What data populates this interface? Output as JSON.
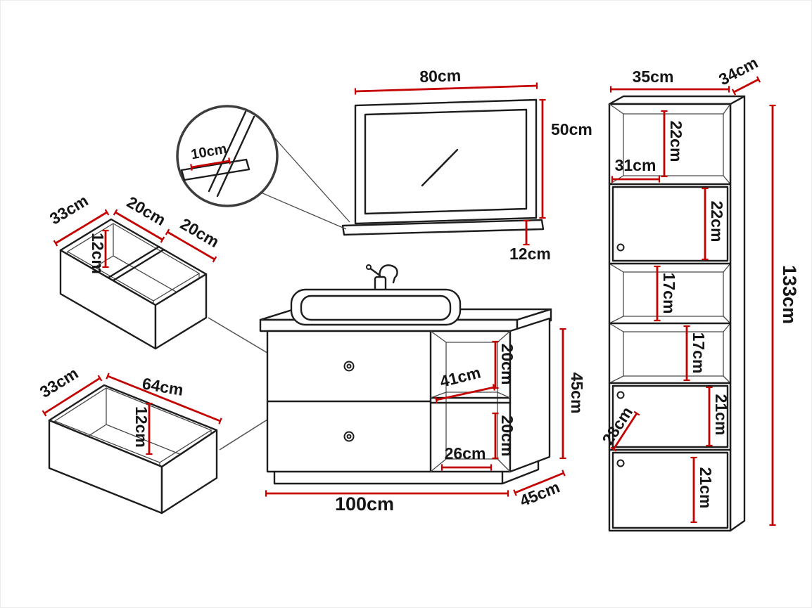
{
  "colors": {
    "dimension": "#c40000",
    "outline": "#1d1d1d",
    "background": "#ffffff"
  },
  "mirror": {
    "width": "80cm",
    "height": "50cm",
    "shelf_height": "12cm",
    "detail_shelf_depth": "10cm"
  },
  "upper_drawer": {
    "depth": "33cm",
    "rear_section_width": "20cm",
    "front_section_width": "20cm",
    "height": "12cm"
  },
  "lower_drawer": {
    "depth": "33cm",
    "width": "64cm",
    "height": "12cm"
  },
  "vanity": {
    "width": "100cm",
    "height": "45cm",
    "depth": "45cm",
    "niche_width": "41cm",
    "niche_upper_height": "20cm",
    "niche_lower_height": "20cm",
    "niche_lower_width": "26cm"
  },
  "tall_cabinet": {
    "width": "35cm",
    "depth": "34cm",
    "height": "133cm",
    "top_section_height": "22cm",
    "inner_width": "31cm",
    "upper_door_height": "22cm",
    "shelf_section_1_height": "17cm",
    "shelf_section_2_height": "17cm",
    "middle_door_height": "21cm",
    "inner_depth": "28cm",
    "bottom_door_height": "21cm"
  }
}
